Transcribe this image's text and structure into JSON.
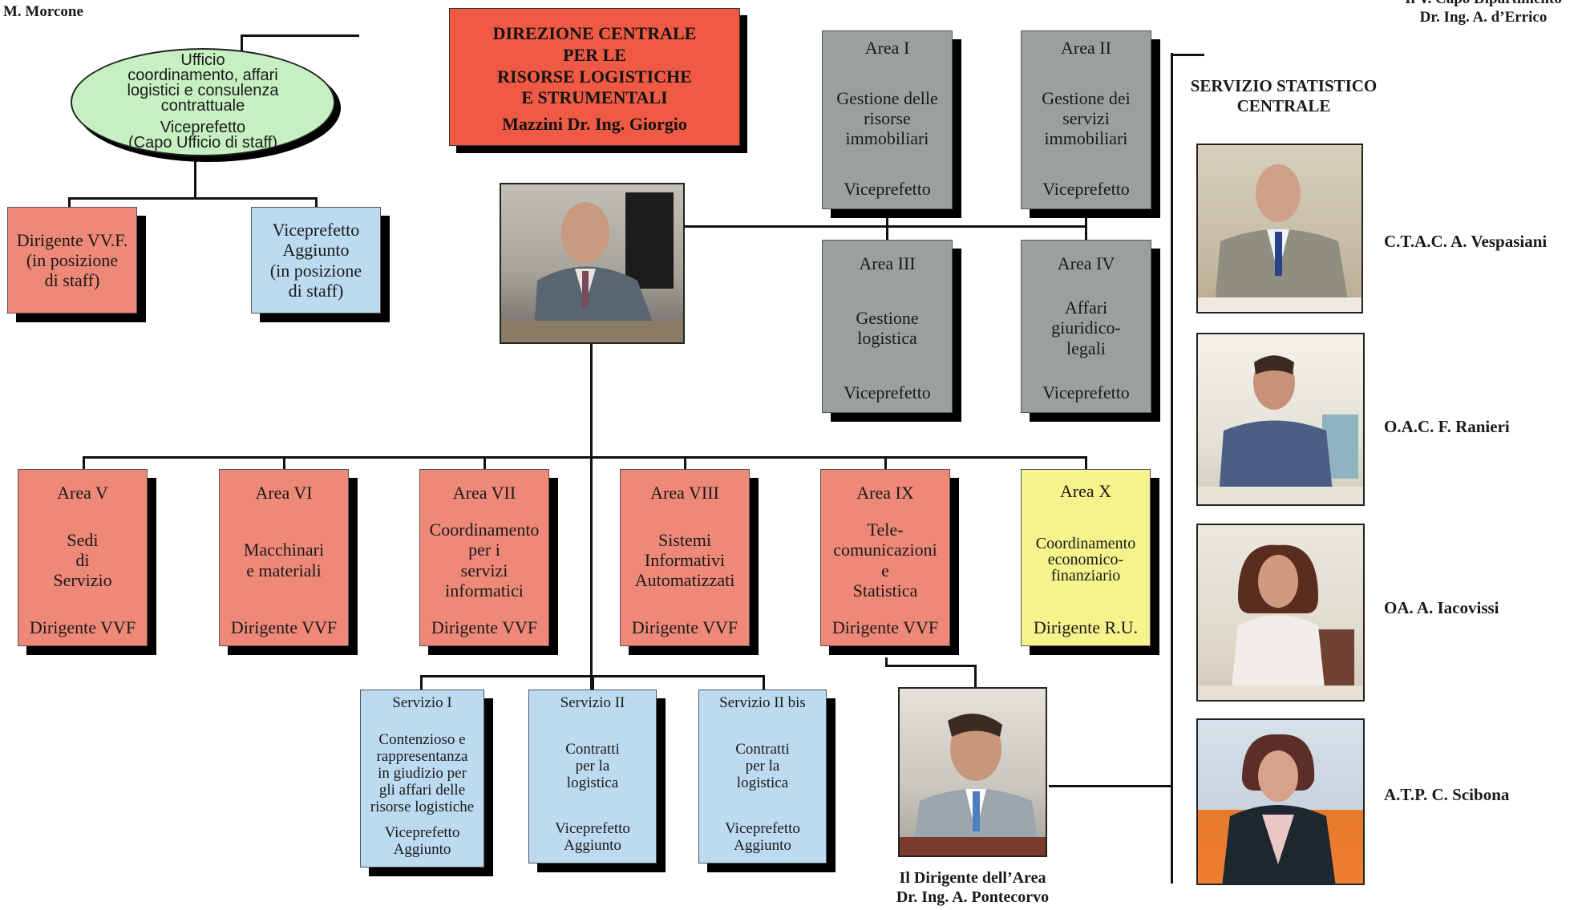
{
  "corner": {
    "top_left": "M. Morcone",
    "top_right_1": "Il V. Capo Dipartimento",
    "top_right_2": "Dr. Ing. A. d’Errico"
  },
  "directorate": {
    "title": "DIREZIONE  CENTRALE\nPER LE\nRISORSE LOGISTICHE\nE STRUMENTALI",
    "head": "Mazzini Dr. Ing. Giorgio"
  },
  "staff_office": {
    "name": "Ufficio\ncoordinamento, affari\nlogistici e consulenza\ncontrattuale",
    "role": "Viceprefetto\n(Capo Ufficio di staff)"
  },
  "staff_boxes": [
    {
      "text": "Dirigente VV.F.\n(in posizione\ndi staff)"
    },
    {
      "text": "Viceprefetto\nAggiunto\n(in posizione\ndi staff)"
    }
  ],
  "upper_areas": [
    {
      "title": "Area I",
      "desc": "Gestione delle\nrisorse\nimmobiliari",
      "role": "Viceprefetto"
    },
    {
      "title": "Area II",
      "desc": "Gestione dei\nservizi\nimmobiliari",
      "role": "Viceprefetto"
    },
    {
      "title": "Area III",
      "desc": "Gestione\nlogistica",
      "role": "Viceprefetto"
    },
    {
      "title": "Area  IV",
      "desc": "Affari\ngiuridico-\nlegali",
      "role": "Viceprefetto"
    }
  ],
  "lower_areas": [
    {
      "title": "Area V",
      "desc": "Sedi\ndi\nServizio",
      "role": "Dirigente VVF"
    },
    {
      "title": "Area VI",
      "desc": "Macchinari\ne materiali",
      "role": "Dirigente VVF"
    },
    {
      "title": "Area VII",
      "desc": "Coordinamento\nper i\nservizi\ninformatici",
      "role": "Dirigente VVF"
    },
    {
      "title": "Area VIII",
      "desc": "Sistemi\nInformativi\nAutomatizzati",
      "role": "Dirigente VVF"
    },
    {
      "title": "Area IX",
      "desc": "Tele-\ncomunicazioni\ne\nStatistica",
      "role": "Dirigente VVF"
    },
    {
      "title": "Area X",
      "desc": "Coordinamento\neconomico-\nfinanziario",
      "role": "Dirigente R.U."
    }
  ],
  "services": [
    {
      "title": "Servizio I",
      "desc": "Contenzioso e\nrappresentanza\nin giudizio per\ngli affari delle\nrisorse logistiche",
      "role": "Viceprefetto\nAggiunto"
    },
    {
      "title": "Servizio II",
      "desc": "Contratti\nper la\nlogistica",
      "role": "Viceprefetto\nAggiunto"
    },
    {
      "title": "Servizio II bis",
      "desc": "Contratti\nper la\nlogistica",
      "role": "Viceprefetto\nAggiunto"
    }
  ],
  "area_head_caption": "Il Dirigente dell’Area\nDr. Ing. A. Pontecorvo",
  "stat_service": {
    "title": "SERVIZIO STATISTICO\nCENTRALE",
    "staff": [
      "C.T.A.C.  A. Vespasiani",
      "O.A.C. F. Ranieri",
      "OA. A. Iacovissi",
      "A.T.P. C. Scibona"
    ]
  },
  "colors": {
    "director_box": "#f05a44",
    "oval": "#c6f0c2",
    "red_box": "#ee8878",
    "grey_box": "#9aa19c",
    "blue_box": "#bcdaf0",
    "yellow_box": "#f6f28c"
  }
}
